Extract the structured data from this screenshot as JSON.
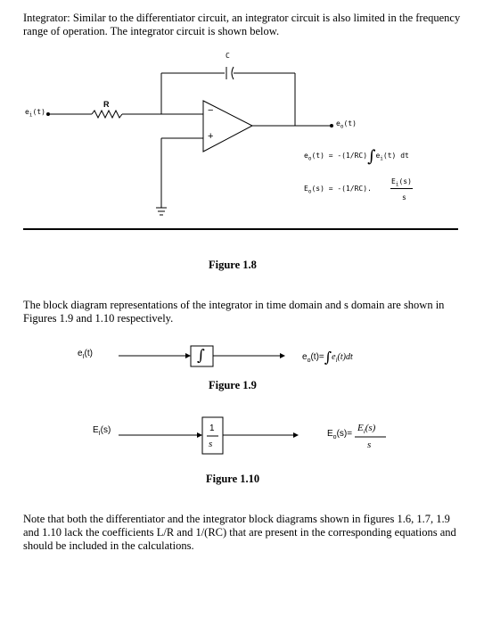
{
  "intro": {
    "text": "Integrator: Similar to the differentiator circuit, an integrator circuit is also limited in the frequency range of operation. The integrator circuit is shown below."
  },
  "circuit": {
    "capacitor_label": "C",
    "resistor_label": "R",
    "input_label": "e",
    "input_sub": "i",
    "input_arg": "(t)",
    "output_label": "e",
    "output_sub": "o",
    "output_arg": "(t)",
    "opamp_minus": "−",
    "opamp_plus": "+",
    "eq1_lhs": "e",
    "eq1_sub": "o",
    "eq1_mid": "(t) = -(1/RC)",
    "eq1_integrand": "e",
    "eq1_integrand_sub": "i",
    "eq1_tail": "(t) dt",
    "eq2_lhs": "E",
    "eq2_sub": "o",
    "eq2_mid": "(s) = -(1/RC).",
    "eq2_num": "E",
    "eq2_num_sub": "i",
    "eq2_num_arg": "(s)",
    "eq2_den": "s"
  },
  "fig18": {
    "caption": "Figure 1.8"
  },
  "middle": {
    "text": "The block diagram representations of the integrator in time domain and s domain are shown in Figures 1.9 and 1.10 respectively."
  },
  "fig19": {
    "input": "e",
    "input_sub": "I",
    "input_arg": "(t)",
    "block": "∫",
    "output_lhs": "e",
    "output_sub": "o",
    "output_eq": "(t)=",
    "output_integral": "∫",
    "output_integrand": "e",
    "output_integrand_sub": "i",
    "output_tail": "(t)dt",
    "caption": "Figure 1.9"
  },
  "fig110": {
    "input": "E",
    "input_sub": "I",
    "input_arg": "(s)",
    "block_num": "1",
    "block_den": "s",
    "output_lhs": "E",
    "output_sub": "o",
    "output_eq": "(s)=",
    "output_num": "E",
    "output_num_sub": "i",
    "output_num_arg": "(s)",
    "output_den": "s",
    "caption": "Figure 1.10"
  },
  "note": {
    "text": "Note that both the differentiator and the integrator block diagrams shown in figures 1.6, 1.7, 1.9 and 1.10 lack the coefficients L/R and 1/(RC) that are present in the corresponding equations and should be included in the calculations."
  }
}
